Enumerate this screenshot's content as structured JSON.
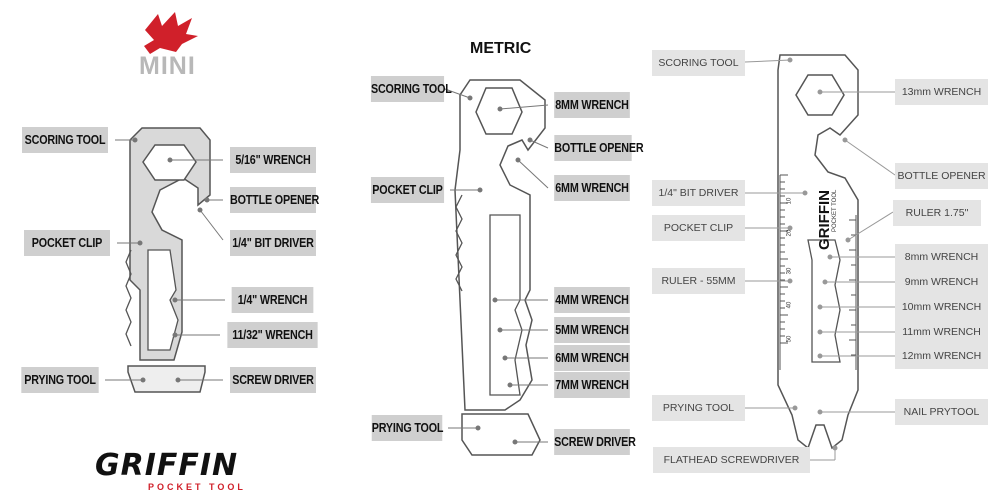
{
  "colors": {
    "accent_red": "#d0202a",
    "label_gray": "#cfcfcf",
    "label_light": "#e4e4e4",
    "line": "#777777"
  },
  "mini": {
    "title": "MINI",
    "labels": {
      "scoring_tool": "SCORING TOOL",
      "wrench_5_16": "5/16\" WRENCH",
      "bottle_opener": "BOTTLE OPENER",
      "pocket_clip": "POCKET CLIP",
      "bit_driver": "1/4\" BIT DRIVER",
      "wrench_1_4": "1/4\"  WRENCH",
      "wrench_11_32": "11/32\" WRENCH",
      "prying_tool": "PRYING TOOL",
      "screw_driver": "SCREW DRIVER"
    }
  },
  "metric": {
    "title": "METRIC",
    "labels": {
      "scoring_tool": "SCORING TOOL",
      "wrench_8mm": "8MM WRENCH",
      "bottle_opener": "BOTTLE OPENER",
      "pocket_clip": "POCKET CLIP",
      "wrench_6mm_top": "6MM WRENCH",
      "wrench_4mm": "4MM WRENCH",
      "wrench_5mm": "5MM WRENCH",
      "wrench_6mm": "6MM WRENCH",
      "wrench_7mm": "7MM WRENCH",
      "prying_tool": "PRYING TOOL",
      "screw_driver": "SCREW DRIVER"
    }
  },
  "standard": {
    "labels": {
      "scoring_tool": "SCORING TOOL",
      "wrench_13mm": "13mm WRENCH",
      "bottle_opener": "BOTTLE OPENER",
      "bit_driver": "1/4\" BIT DRIVER",
      "ruler_175": "RULER 1.75\"",
      "pocket_clip": "POCKET CLIP",
      "wrench_8mm": "8mm WRENCH",
      "ruler_55mm": "RULER - 55MM",
      "wrench_9mm": "9mm WRENCH",
      "wrench_10mm": "10mm WRENCH",
      "wrench_11mm": "11mm WRENCH",
      "wrench_12mm": "12mm WRENCH",
      "prying_tool": "PRYING TOOL",
      "nail_prytool": "NAIL PRYTOOL",
      "flathead": "FLATHEAD SCREWDRIVER"
    },
    "engraving": "GRIFFIN",
    "engraving_sub": "POCKET TOOL",
    "ruler_marks": [
      "10",
      "20",
      "30",
      "40",
      "50"
    ]
  },
  "brand": {
    "name": "GRIFFIN",
    "tagline": "POCKET TOOL"
  }
}
